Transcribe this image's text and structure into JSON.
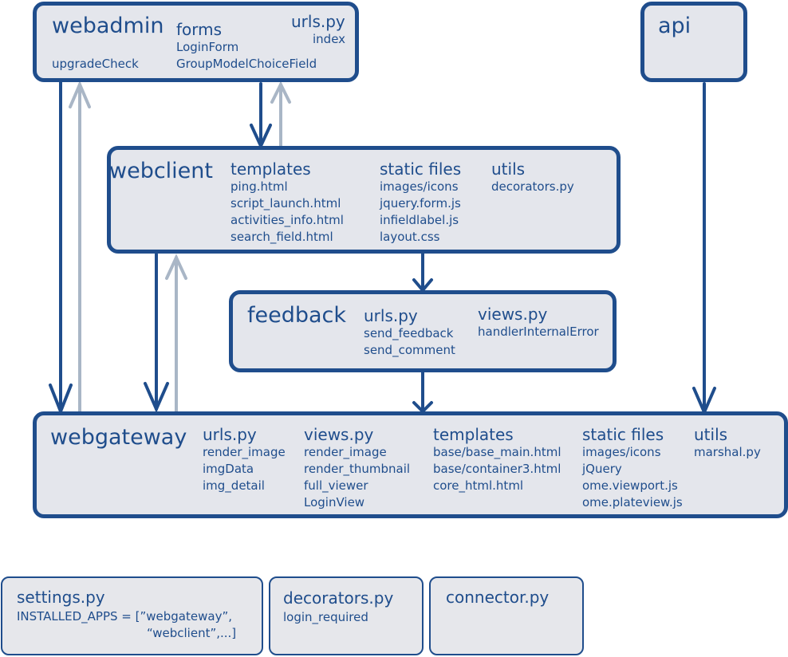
{
  "webadmin": {
    "title": "webadmin",
    "item": "upgradeCheck",
    "forms": {
      "heading": "forms",
      "items": [
        "LoginForm",
        "GroupModelChoiceField"
      ]
    },
    "urls": {
      "heading": "urls.py",
      "items": [
        "index"
      ]
    }
  },
  "api": {
    "title": "api"
  },
  "webclient": {
    "title": "webclient",
    "templates": {
      "heading": "templates",
      "items": [
        "ping.html",
        "script_launch.html",
        "activities_info.html",
        "search_field.html"
      ]
    },
    "static": {
      "heading": "static files",
      "items": [
        "images/icons",
        "jquery.form.js",
        "infieldlabel.js",
        "layout.css"
      ]
    },
    "utils": {
      "heading": "utils",
      "items": [
        "decorators.py"
      ]
    }
  },
  "feedback": {
    "title": "feedback",
    "urls": {
      "heading": "urls.py",
      "items": [
        "send_feedback",
        "send_comment"
      ]
    },
    "views": {
      "heading": "views.py",
      "items": [
        "handlerInternalError"
      ]
    }
  },
  "webgateway": {
    "title": "webgateway",
    "urls": {
      "heading": "urls.py",
      "items": [
        "render_image",
        "imgData",
        "img_detail"
      ]
    },
    "views": {
      "heading": "views.py",
      "items": [
        "render_image",
        "render_thumbnail",
        "full_viewer",
        "LoginView"
      ]
    },
    "templates": {
      "heading": "templates",
      "items": [
        "base/base_main.html",
        "base/container3.html",
        "core_html.html"
      ]
    },
    "static": {
      "heading": "static files",
      "items": [
        "images/icons",
        "jQuery",
        "ome.viewport.js",
        "ome.plateview.js"
      ]
    },
    "utils": {
      "heading": "utils",
      "items": [
        "marshal.py"
      ]
    }
  },
  "settings": {
    "title": "settings.py",
    "line1": "INSTALLED_APPS = [”webgateway”,",
    "line2": "“webclient”,...]"
  },
  "decorators": {
    "title": "decorators.py",
    "item": "login_required"
  },
  "connector": {
    "title": "connector.py"
  },
  "colors": {
    "stroke": "#1f4d8c",
    "fill": "#e4e6ec",
    "light_arrow": "#a9b6c6"
  }
}
